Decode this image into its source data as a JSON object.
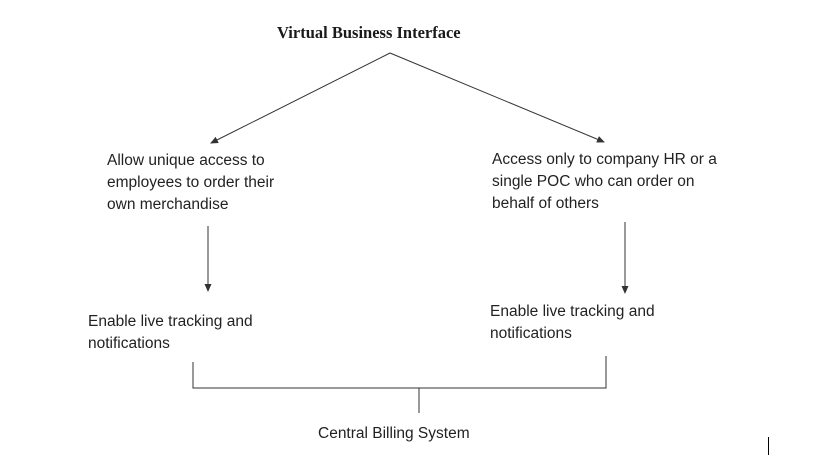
{
  "diagram": {
    "title": "Virtual Business Interface",
    "left_branch": {
      "top_lines": [
        "Allow unique access to",
        "employees to order their",
        "own merchandise"
      ],
      "bottom_lines": [
        "Enable live tracking and",
        "notifications"
      ]
    },
    "right_branch": {
      "top_lines": [
        "Access only to company HR or a",
        "single POC who can order on",
        "behalf of others"
      ],
      "bottom_lines": [
        "Enable live tracking and",
        "notifications"
      ]
    },
    "merge_node": "Central Billing System"
  },
  "colors": {
    "line": "#333333",
    "text": "#222222",
    "background": "#ffffff"
  }
}
